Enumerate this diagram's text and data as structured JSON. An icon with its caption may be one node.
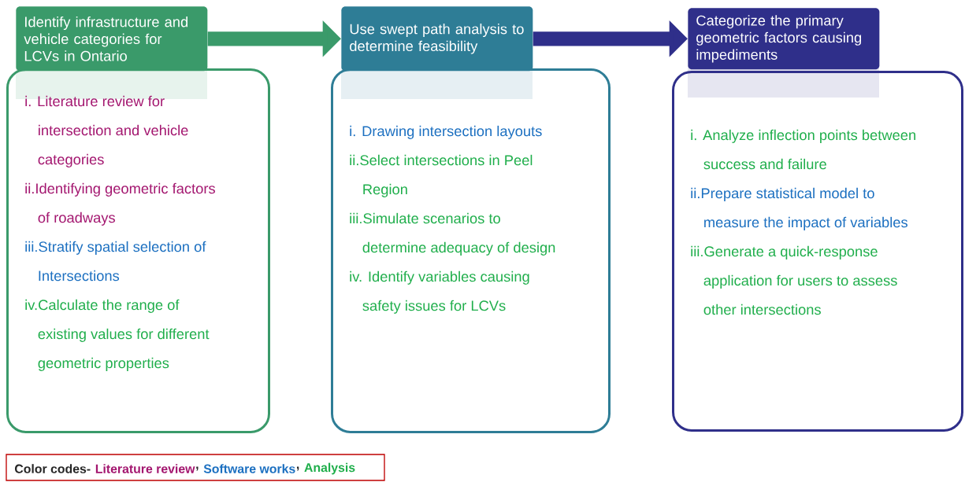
{
  "diagram": {
    "nodes": [
      {
        "text": [
          "Identify infrastructure and vehicle categories for LCVs in Ontario"
        ]
      },
      {
        "text": [
          "i. Literature review for intersection and vehicle categories",
          "ii.Identifying geometric factors of roadways",
          "iii.Stratify spatial selection of Intersections",
          "iv.Calculate the range of existing values for different geometric properties"
        ]
      },
      {
        "text": [
          "Use swept path analysis to determine feasibility"
        ]
      },
      {
        "text": [
          "i. Drawing intersection layouts",
          "ii.Select intersections in Peel Region",
          "iii.Simulate scenarios to determine adequacy of design",
          "iv. Identify variables causing safety issues for LCVs"
        ]
      },
      {
        "text": [
          "Categorize the primary geometric factors causing impediments"
        ]
      },
      {
        "text": [
          "i. Analyze inflection points between success and failure",
          "ii.Prepare statistical model to measure the impact of variables",
          "iii.Generate a quick-response application for users to assess other intersections"
        ]
      }
    ],
    "edges": [
      {
        "from": 0,
        "to": 2,
        "arrow": "to",
        "color": "#3a9a6a"
      },
      {
        "from": 2,
        "to": 4,
        "arrow": "to",
        "color": "#2f2f8a"
      }
    ],
    "labels": [
      "Color codes-",
      ",",
      ","
    ],
    "legend": [
      {
        "text": "Literature review",
        "color": "#a3166f"
      },
      {
        "text": "Software works",
        "color": "#1b6fc0"
      },
      {
        "text": "Analysis",
        "color": "#1fae4b"
      }
    ]
  }
}
